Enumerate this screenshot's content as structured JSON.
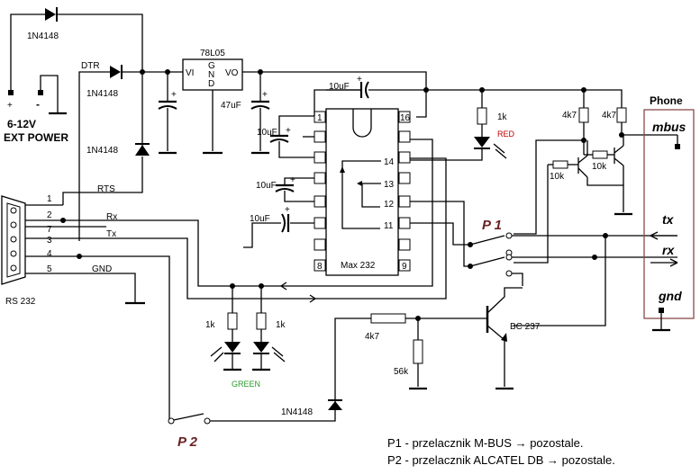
{
  "power": {
    "diode_top": "1N4148",
    "dtr": "DTR",
    "diode_dtr": "1N4148",
    "diode_rts": "1N4148",
    "rts": "RTS",
    "plus": "+",
    "minus": "-",
    "voltage": "6-12V",
    "ext_power": "EXT POWER"
  },
  "regulator": {
    "name": "78L05",
    "vi": "VI",
    "gnd_g": "G",
    "gnd_n": "N",
    "gnd_d": "D",
    "vo": "VO"
  },
  "caps": {
    "c47": "47uF",
    "c1": "10uF",
    "c2": "10uF",
    "c3": "10uF",
    "c4": "10uF",
    "plus": "+"
  },
  "ic": {
    "name": "Max 232",
    "pins": {
      "p1": "1",
      "p8": "8",
      "p9": "9",
      "p11": "11",
      "p12": "12",
      "p13": "13",
      "p14": "14",
      "p16": "16"
    }
  },
  "rs232": {
    "label": "RS 232",
    "pins": [
      "1",
      "2",
      "7",
      "3",
      "4",
      "5"
    ],
    "rx": "Rx",
    "tx": "Tx",
    "gnd": "GND"
  },
  "leds": {
    "r1k": "1k",
    "red": "RED",
    "r1k_a": "1k",
    "r1k_b": "1k",
    "green": "GREEN"
  },
  "transistors": {
    "r4k7_a": "4k7",
    "r4k7_b": "4k7",
    "r10k_a": "10k",
    "r10k_b": "10k"
  },
  "phone": {
    "title": "Phone",
    "mbus": "mbus",
    "tx": "tx",
    "rx": "rx",
    "gnd": "gnd"
  },
  "switches": {
    "p1": "P 1",
    "p2": "P 2"
  },
  "lower": {
    "r4k7": "4k7",
    "r56k": "56k",
    "bc237": "BC 237",
    "diode": "1N4148"
  },
  "notes": {
    "line1": "P1 - przelacznik M-BUS  → pozostale.",
    "line2": "P2 - przelacznik ALCATEL DB → pozostale."
  }
}
